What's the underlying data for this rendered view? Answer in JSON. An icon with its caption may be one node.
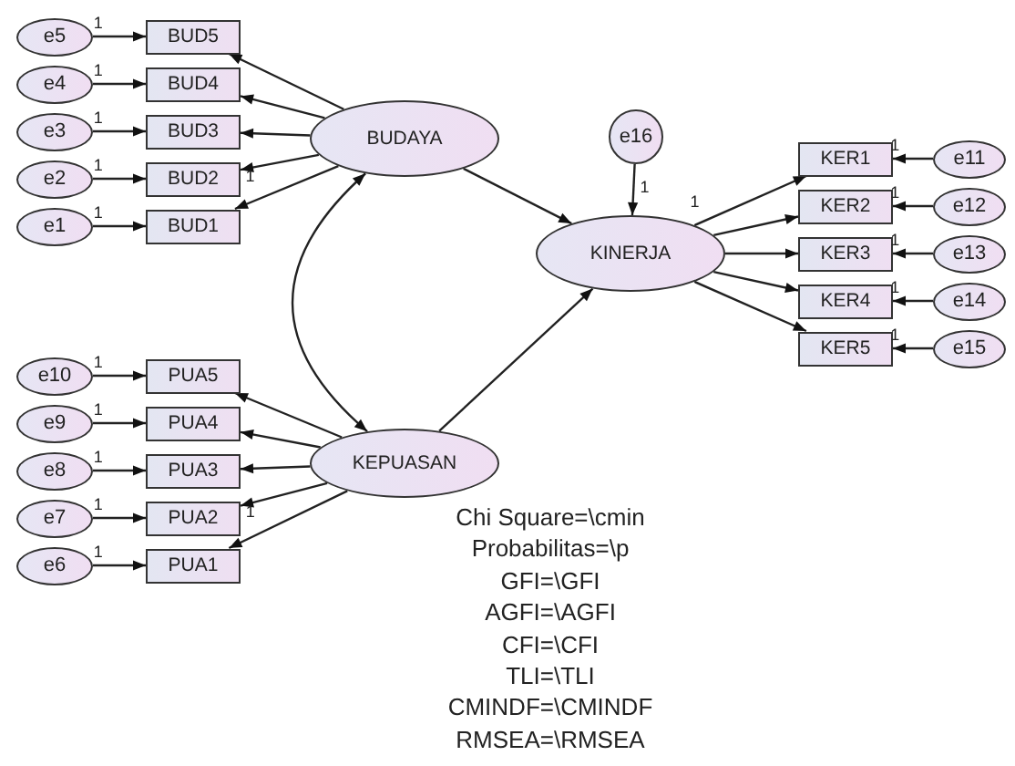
{
  "diagram": {
    "nodes": [
      {
        "text": [
          "e5"
        ]
      },
      {
        "text": [
          "e4"
        ]
      },
      {
        "text": [
          "e3"
        ]
      },
      {
        "text": [
          "e2"
        ]
      },
      {
        "text": [
          "e1"
        ]
      },
      {
        "text": [
          "BUD5"
        ]
      },
      {
        "text": [
          "BUD4"
        ]
      },
      {
        "text": [
          "BUD3"
        ]
      },
      {
        "text": [
          "BUD2"
        ]
      },
      {
        "text": [
          "BUD1"
        ]
      },
      {
        "text": [
          "BUDAYA"
        ]
      },
      {
        "text": [
          "e10"
        ]
      },
      {
        "text": [
          "e9"
        ]
      },
      {
        "text": [
          "e8"
        ]
      },
      {
        "text": [
          "e7"
        ]
      },
      {
        "text": [
          "e6"
        ]
      },
      {
        "text": [
          "PUA5"
        ]
      },
      {
        "text": [
          "PUA4"
        ]
      },
      {
        "text": [
          "PUA3"
        ]
      },
      {
        "text": [
          "PUA2"
        ]
      },
      {
        "text": [
          "PUA1"
        ]
      },
      {
        "text": [
          "KEPUASAN"
        ]
      },
      {
        "text": [
          "e16"
        ]
      },
      {
        "text": [
          "KINERJA"
        ]
      },
      {
        "text": [
          "KER1"
        ]
      },
      {
        "text": [
          "KER2"
        ]
      },
      {
        "text": [
          "KER3"
        ]
      },
      {
        "text": [
          "KER4"
        ]
      },
      {
        "text": [
          "KER5"
        ]
      },
      {
        "text": [
          "e11"
        ]
      },
      {
        "text": [
          "e12"
        ]
      },
      {
        "text": [
          "e13"
        ]
      },
      {
        "text": [
          "e14"
        ]
      },
      {
        "text": [
          "e15"
        ]
      }
    ],
    "edges": [
      {
        "from": 0,
        "to": 5,
        "arrow": "to",
        "label": "1"
      },
      {
        "from": 1,
        "to": 6,
        "arrow": "to",
        "label": "1"
      },
      {
        "from": 2,
        "to": 7,
        "arrow": "to",
        "label": "1"
      },
      {
        "from": 3,
        "to": 8,
        "arrow": "to",
        "label": "1"
      },
      {
        "from": 4,
        "to": 9,
        "arrow": "to",
        "label": "1"
      },
      {
        "from": 10,
        "to": 5,
        "arrow": "to"
      },
      {
        "from": 10,
        "to": 6,
        "arrow": "to"
      },
      {
        "from": 10,
        "to": 7,
        "arrow": "to"
      },
      {
        "from": 10,
        "to": 8,
        "arrow": "to",
        "label": "1"
      },
      {
        "from": 10,
        "to": 9,
        "arrow": "to"
      },
      {
        "from": 11,
        "to": 16,
        "arrow": "to",
        "label": "1"
      },
      {
        "from": 12,
        "to": 17,
        "arrow": "to",
        "label": "1"
      },
      {
        "from": 13,
        "to": 18,
        "arrow": "to",
        "label": "1"
      },
      {
        "from": 14,
        "to": 19,
        "arrow": "to",
        "label": "1"
      },
      {
        "from": 15,
        "to": 20,
        "arrow": "to",
        "label": "1"
      },
      {
        "from": 21,
        "to": 16,
        "arrow": "to"
      },
      {
        "from": 21,
        "to": 17,
        "arrow": "to"
      },
      {
        "from": 21,
        "to": 18,
        "arrow": "to"
      },
      {
        "from": 21,
        "to": 19,
        "arrow": "to",
        "label": "1"
      },
      {
        "from": 21,
        "to": 20,
        "arrow": "to"
      },
      {
        "from": 10,
        "to": 21,
        "arrow": "both"
      },
      {
        "from": 10,
        "to": 23,
        "arrow": "to"
      },
      {
        "from": 21,
        "to": 23,
        "arrow": "to"
      },
      {
        "from": 22,
        "to": 23,
        "arrow": "to",
        "label": "1"
      },
      {
        "from": 23,
        "to": 24,
        "arrow": "to",
        "label": "1"
      },
      {
        "from": 23,
        "to": 25,
        "arrow": "to"
      },
      {
        "from": 23,
        "to": 26,
        "arrow": "to"
      },
      {
        "from": 23,
        "to": 27,
        "arrow": "to"
      },
      {
        "from": 23,
        "to": 28,
        "arrow": "to"
      },
      {
        "from": 29,
        "to": 24,
        "arrow": "to",
        "label": "1"
      },
      {
        "from": 30,
        "to": 25,
        "arrow": "to",
        "label": "1"
      },
      {
        "from": 31,
        "to": 26,
        "arrow": "to",
        "label": "1"
      },
      {
        "from": 32,
        "to": 27,
        "arrow": "to",
        "label": "1"
      },
      {
        "from": 33,
        "to": 28,
        "arrow": "to",
        "label": "1"
      }
    ],
    "labels": [
      "Chi Square=\\cmin",
      "Probabilitas=\\p",
      "GFI=\\GFI",
      "AGFI=\\AGFI",
      "CFI=\\CFI",
      "TLI=\\TLI",
      "CMINDF=\\CMINDF",
      "RMSEA=\\RMSEA"
    ]
  }
}
